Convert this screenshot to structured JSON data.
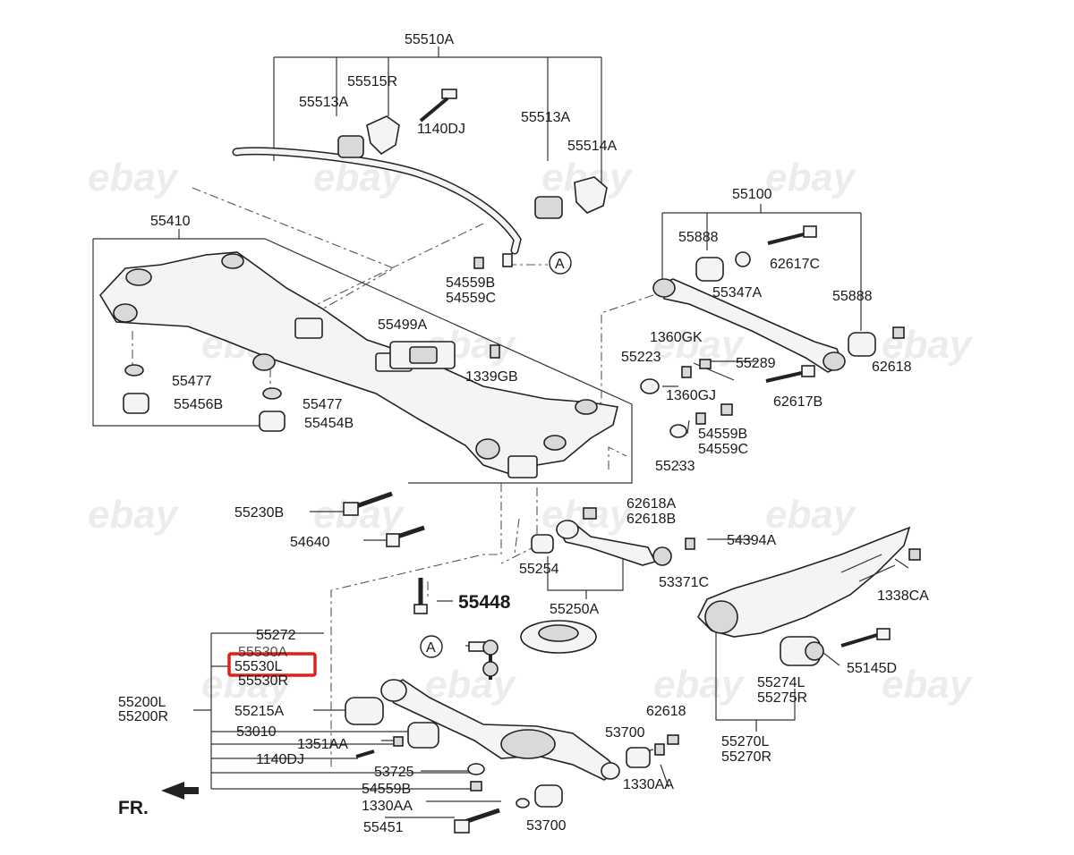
{
  "labels": {
    "p55510A": "55510A",
    "p55515R": "55515R",
    "p55513A_l": "55513A",
    "p1140DJ_t": "1140DJ",
    "p55513A_r": "55513A",
    "p55514A": "55514A",
    "p55100": "55100",
    "p55410": "55410",
    "p55888_t": "55888",
    "p62617C": "62617C",
    "p55347A": "55347A",
    "p55888_r": "55888",
    "pA_top": "A",
    "p54559B_t": "54559B",
    "p54559C_t": "54559C",
    "p55499A": "55499A",
    "p1360GK": "1360GK",
    "p55223": "55223",
    "p55289": "55289",
    "p62618_r": "62618",
    "p1339GB": "1339GB",
    "p55477_a": "55477",
    "p55456B": "55456B",
    "p55477_b": "55477",
    "p55454B": "55454B",
    "p62617B": "62617B",
    "p1360GJ": "1360GJ",
    "p54559B_m": "54559B",
    "p54559C_m": "54559C",
    "p55233": "55233",
    "p55230B": "55230B",
    "p62618A": "62618A",
    "p62618B": "62618B",
    "p54640": "54640",
    "p54394A": "54394A",
    "p55254": "55254",
    "p53371C": "53371C",
    "p1338CA": "1338CA",
    "p55448": "55448",
    "p55250A": "55250A",
    "p55272": "55272",
    "pA_bot": "A",
    "p55530A": "55530A",
    "p55530L": "55530L",
    "p55530R": "55530R",
    "p55145D": "55145D",
    "p55274L": "55274L",
    "p55275R": "55275R",
    "p55200L": "55200L",
    "p55200R": "55200R",
    "p55215A": "55215A",
    "p62618_b": "62618",
    "p53010": "53010",
    "p53700_a": "53700",
    "p1351AA": "1351AA",
    "p55270L": "55270L",
    "p55270R": "55270R",
    "p1140DJ_b": "1140DJ",
    "p53725": "53725",
    "p1330AA_r": "1330AA",
    "p54559B_b": "54559B",
    "p1330AA_b": "1330AA",
    "p55451": "55451",
    "p53700_b": "53700",
    "fr": "FR."
  },
  "watermark": "ebay",
  "highlight_color": "#e0201c"
}
